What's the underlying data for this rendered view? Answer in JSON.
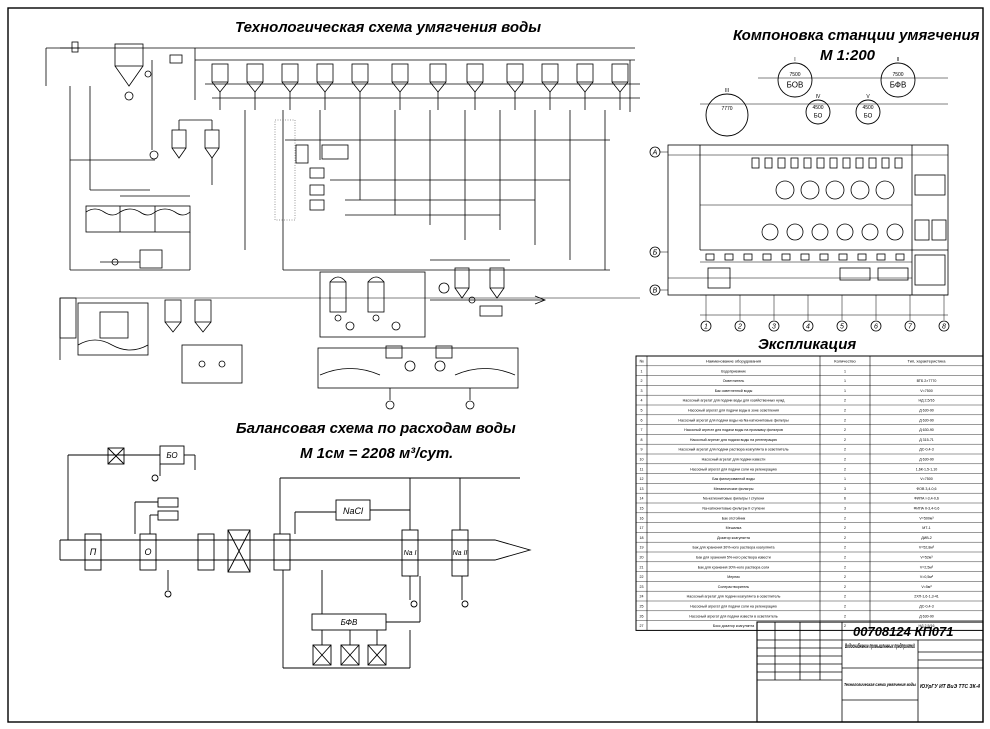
{
  "titles": {
    "process_scheme": "Технологическая схема умягчения воды",
    "layout": "Компоновка станции умягчения",
    "layout_scale": "М 1:200",
    "explication": "Экспликация",
    "balance": "Балансовая схема по расходам воды",
    "balance_scale": "М 1см = 2208 м³/сут."
  },
  "layout_plan": {
    "tanks": [
      {
        "id": "I",
        "code": "БОВ",
        "dim": "7500"
      },
      {
        "id": "II",
        "code": "БФВ",
        "dim": "7500"
      },
      {
        "id": "III",
        "code": "",
        "dim": "7770"
      },
      {
        "id": "IV",
        "code": "БО",
        "dim": "4500"
      },
      {
        "id": "V",
        "code": "БО",
        "dim": "4500"
      }
    ],
    "row_labels": [
      "А",
      "Б",
      "В"
    ],
    "column_labels": [
      "1",
      "2",
      "3",
      "4",
      "5",
      "6",
      "7",
      "8"
    ]
  },
  "balance_scheme": {
    "nodes": [
      "БО",
      "П",
      "О",
      "NaCl",
      "Na I",
      "Na II",
      "БФВ"
    ]
  },
  "table": {
    "header": [
      "№",
      "Наименование оборудования",
      "Количество",
      "Тип, характеристика"
    ],
    "rows": [
      [
        "1",
        "Водоприемник",
        "1",
        ""
      ],
      [
        "2",
        "Осветлитель",
        "1",
        "ВТБ 2×7770"
      ],
      [
        "3",
        "Бак осветленной воды",
        "1",
        "V=7500"
      ],
      [
        "4",
        "Насосный агрегат для подачи воды для хозяйственных нужд",
        "2",
        "НД 2,5/16"
      ],
      [
        "5",
        "Насосный агрегат для подачи воды в зоне осветления",
        "2",
        "Д 630-90"
      ],
      [
        "6",
        "Насосный агрегат для подачи воды на Na-катионитовые фильтры",
        "2",
        "Д 630-90"
      ],
      [
        "7",
        "Насосный агрегат для подачи воды на промывку фильтров",
        "2",
        "Д 630-90"
      ],
      [
        "8",
        "Насосный агрегат для подачи воды на регенерацию",
        "2",
        "Д 315-71"
      ],
      [
        "9",
        "Насосный агрегат для подачи раствора коагулянта в осветлитель",
        "2",
        "ДС-0,4-3"
      ],
      [
        "10",
        "Насосный агрегат для подачи извести",
        "2",
        "Д 630-90"
      ],
      [
        "11",
        "Насосный агрегат для подачи соли на регенерацию",
        "2",
        "1,6К-1,5-1,10"
      ],
      [
        "12",
        "Бак фильтрованной воды",
        "1",
        "V=7500"
      ],
      [
        "13",
        "Механические фильтры",
        "3",
        "ФОВ 3,4-0,6"
      ],
      [
        "14",
        "Na-катионитовые фильтры I ступени",
        "6",
        "ФИПА I-3,4-0,6"
      ],
      [
        "15",
        "Na-катионитовые фильтры II ступени",
        "3",
        "ФИПА II-3,4-0,6"
      ],
      [
        "16",
        "Бак отстойник",
        "2",
        "V=500м³"
      ],
      [
        "17",
        "Мешалка",
        "2",
        "МТ-1"
      ],
      [
        "18",
        "Дозатор коагулянта",
        "2",
        "ДИВ-2"
      ],
      [
        "19",
        "Бак для хранения 30%-ного раствора коагулянта",
        "2",
        "V=52,8м³"
      ],
      [
        "20",
        "Бак для хранения 5%-ного раствора извести",
        "2",
        "V=52м³"
      ],
      [
        "21",
        "Бак для хранения 30%-ного раствора соли",
        "2",
        "V=2,5м³"
      ],
      [
        "22",
        "Мерник",
        "2",
        "V=0,5м³"
      ],
      [
        "23",
        "Солерастворитель",
        "2",
        "V=5м³"
      ],
      [
        "24",
        "Насосный агрегат для подачи коагулянта в осветлитель",
        "2",
        "2ХП-1,6-1,3-41"
      ],
      [
        "25",
        "Насосный агрегат для подачи соли на регенерацию",
        "2",
        "ДС-0,4-3"
      ],
      [
        "26",
        "Насосный агрегат для подачи извести в осветлитель",
        "2",
        "Д 630-90"
      ],
      [
        "27",
        "Бокс дозатор коагулянта",
        "2",
        "НД 2,5/16"
      ]
    ]
  },
  "title_block": {
    "code": "00708124 КП071",
    "project_title": "Водоснабжение промышленных предприятий",
    "sheet_title": "Технологическая схема умягчения воды",
    "org": "ЮУрГУ ИТ ВиЭ ТТС ЗК-4"
  }
}
